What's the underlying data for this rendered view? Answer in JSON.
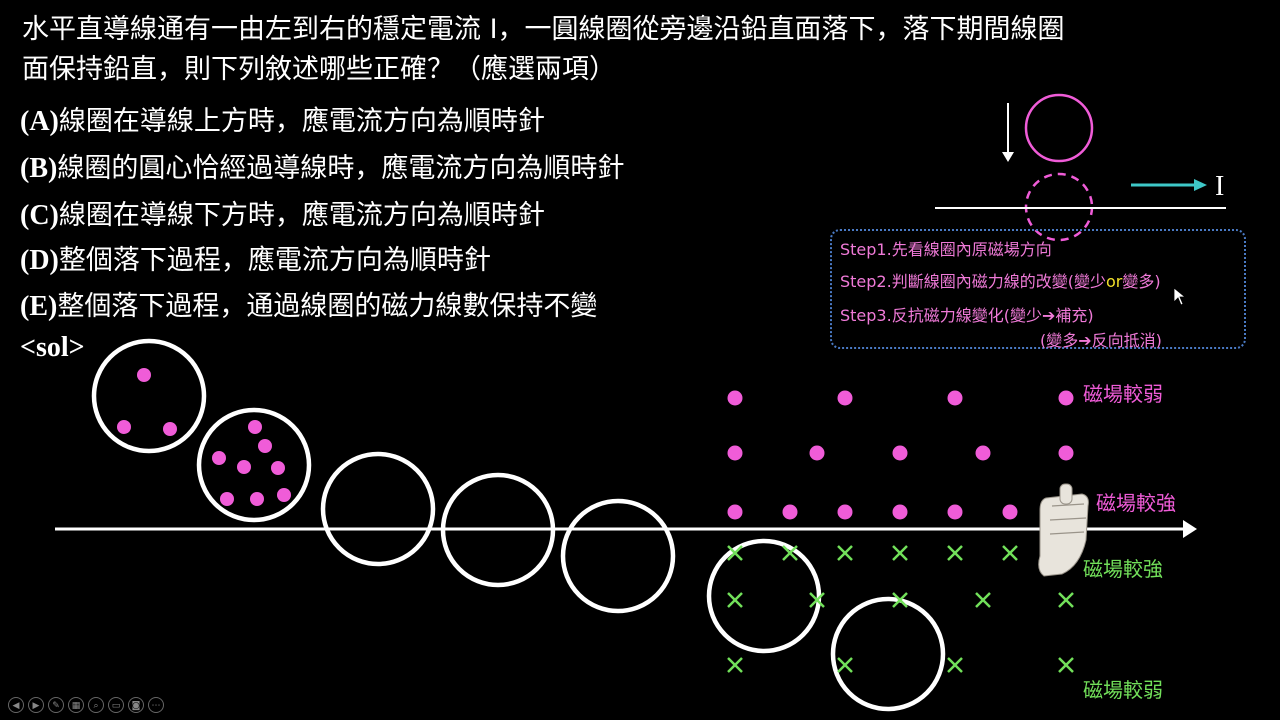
{
  "question": {
    "line1": "水平直導線通有一由左到右的穩定電流 I，一圓線圈從旁邊沿鉛直面落下，落下期間線圈",
    "line2": "面保持鉛直，則下列敘述哪些正確？（應選兩項）"
  },
  "options": [
    {
      "label": "(A)",
      "text": "線圈在導線上方時，應電流方向為順時針"
    },
    {
      "label": "(B)",
      "text": "線圈的圓心恰經過導線時，應電流方向為順時針"
    },
    {
      "label": "(C)",
      "text": "線圈在導線下方時，應電流方向為順時針"
    },
    {
      "label": "(D)",
      "text": "整個落下過程，應電流方向為順時針"
    },
    {
      "label": "(E)",
      "text": "整個落下過程，通過線圈的磁力線數保持不變"
    }
  ],
  "solution_label": "<sol>",
  "steps": {
    "step1": "Step1.先看線圈內原磁場方向",
    "step2_a": "Step2.判斷線圈內磁力線的改變(變少",
    "step2_or": "or",
    "step2_b": "變多)",
    "step3": "Step3.反抗磁力線變化(變少➔補充)",
    "step3_b": "(變多➔反向抵消)"
  },
  "inset": {
    "current_label": "I"
  },
  "field_labels": {
    "weak_top": "磁場較弱",
    "strong_top": "磁場較強",
    "strong_bottom": "磁場較強",
    "weak_bottom": "磁場較弱"
  },
  "colors": {
    "pink": "#f05cd8",
    "green": "#72e05a",
    "cyan": "#3ec8c8",
    "step_text": "#f07ad8",
    "dotted_border": "#4a7ac4"
  },
  "toolbar": [
    "prev-icon",
    "next-icon",
    "pen-icon",
    "slides-icon",
    "zoom-icon",
    "subtitle-icon",
    "camera-icon",
    "more-icon"
  ]
}
